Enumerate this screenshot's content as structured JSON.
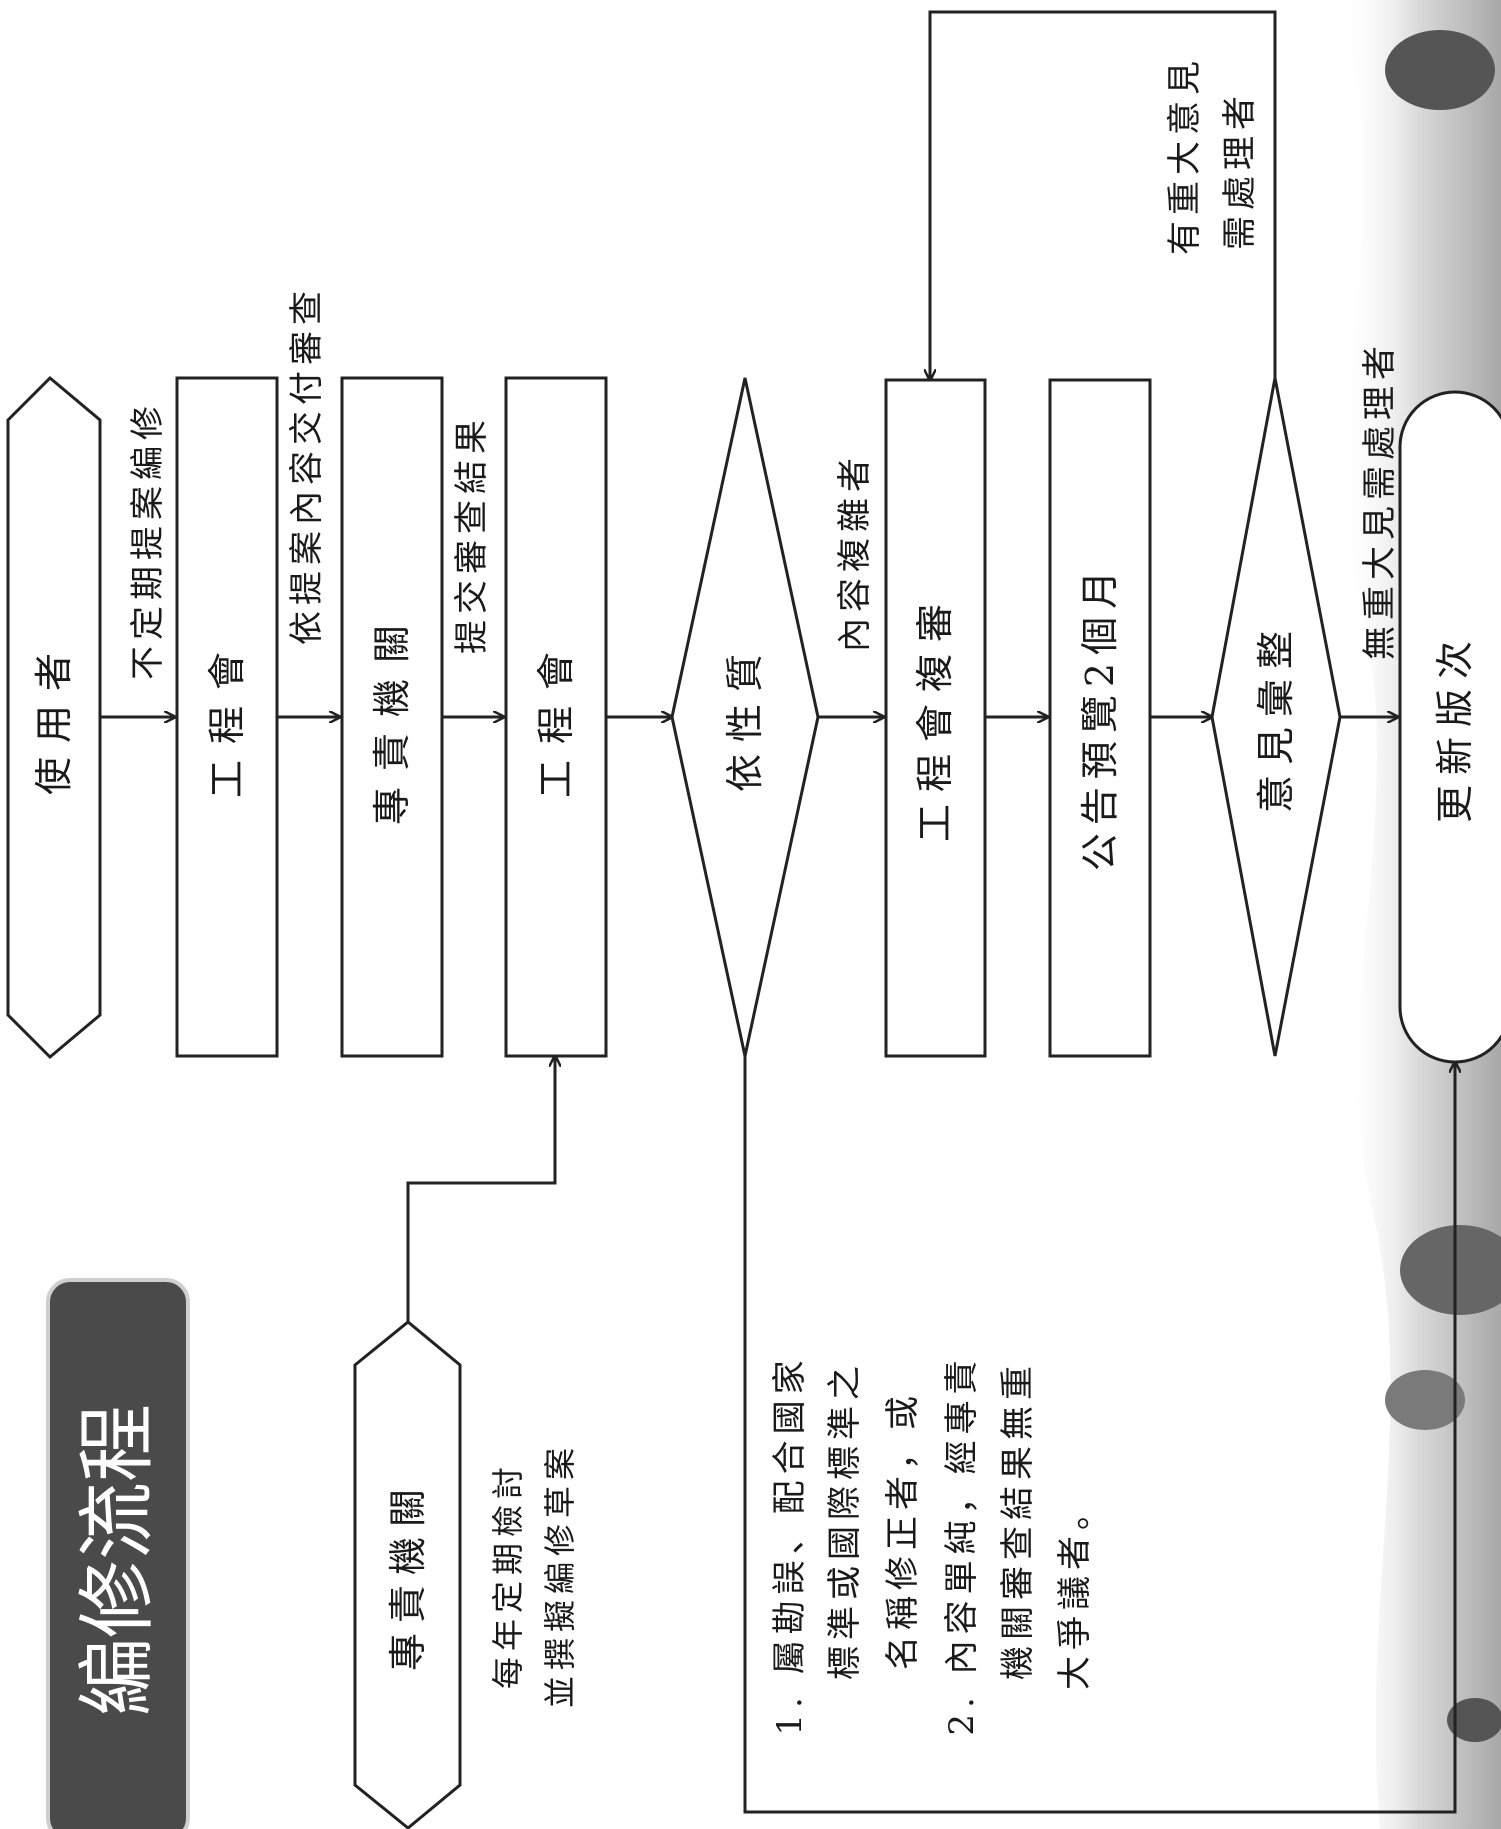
{
  "title": "編修流程",
  "colors": {
    "title_bg": "#4a4a4a",
    "line": "#222222",
    "landscape": "#bdbdbd"
  },
  "nodes": {
    "user": "使用者",
    "eng1": "工程會",
    "agency1": "專責機關",
    "eng2": "工程會",
    "nature": "依性質",
    "eng_review": "工程會複審",
    "announce": "公告預覽2個月",
    "opinion": "意見彙整",
    "update": "更新版次",
    "agency2": "專責機關"
  },
  "labels": {
    "propose": "不定期提案編修",
    "submit_review": "依提案內容交付審查",
    "submit_result": "提交審查結果",
    "complex": "內容複雜者",
    "major_opinion_l1": "有重大意見",
    "major_opinion_l2": "需處理者",
    "no_major_opinion": "無重大見需處理者",
    "annual_l1": "每年定期檢討",
    "annual_l2": "並撰擬編修草案"
  },
  "notes": [
    "1. 屬勘誤、配合國家",
    "標準或國際標準之",
    "名稱修正者，或",
    "2. 內容單純，經專責",
    "機關審查結果無重",
    "大爭議者。"
  ]
}
